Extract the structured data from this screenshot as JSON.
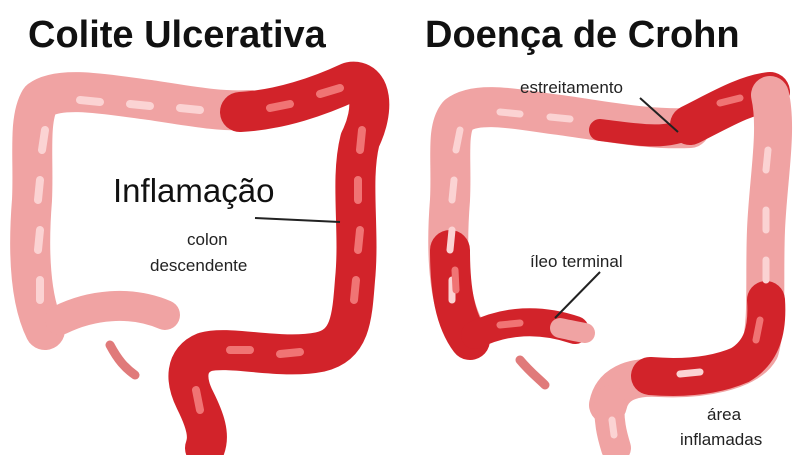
{
  "titles": {
    "left": "Colite Ulcerativa",
    "right": "Doença de Crohn"
  },
  "labels": {
    "inflammation": "Inflamação",
    "colon": "colon",
    "descending": "descendente",
    "narrowing": "estreitamento",
    "terminal_ileum": "íleo terminal",
    "area": "área",
    "inflamed": "inflamadas"
  },
  "colors": {
    "healthy": "#f0a3a3",
    "healthy_light": "#fbd3d3",
    "inflamed": "#d2232a",
    "inflamed_light": "#f07474",
    "outline": "#c01e24"
  }
}
